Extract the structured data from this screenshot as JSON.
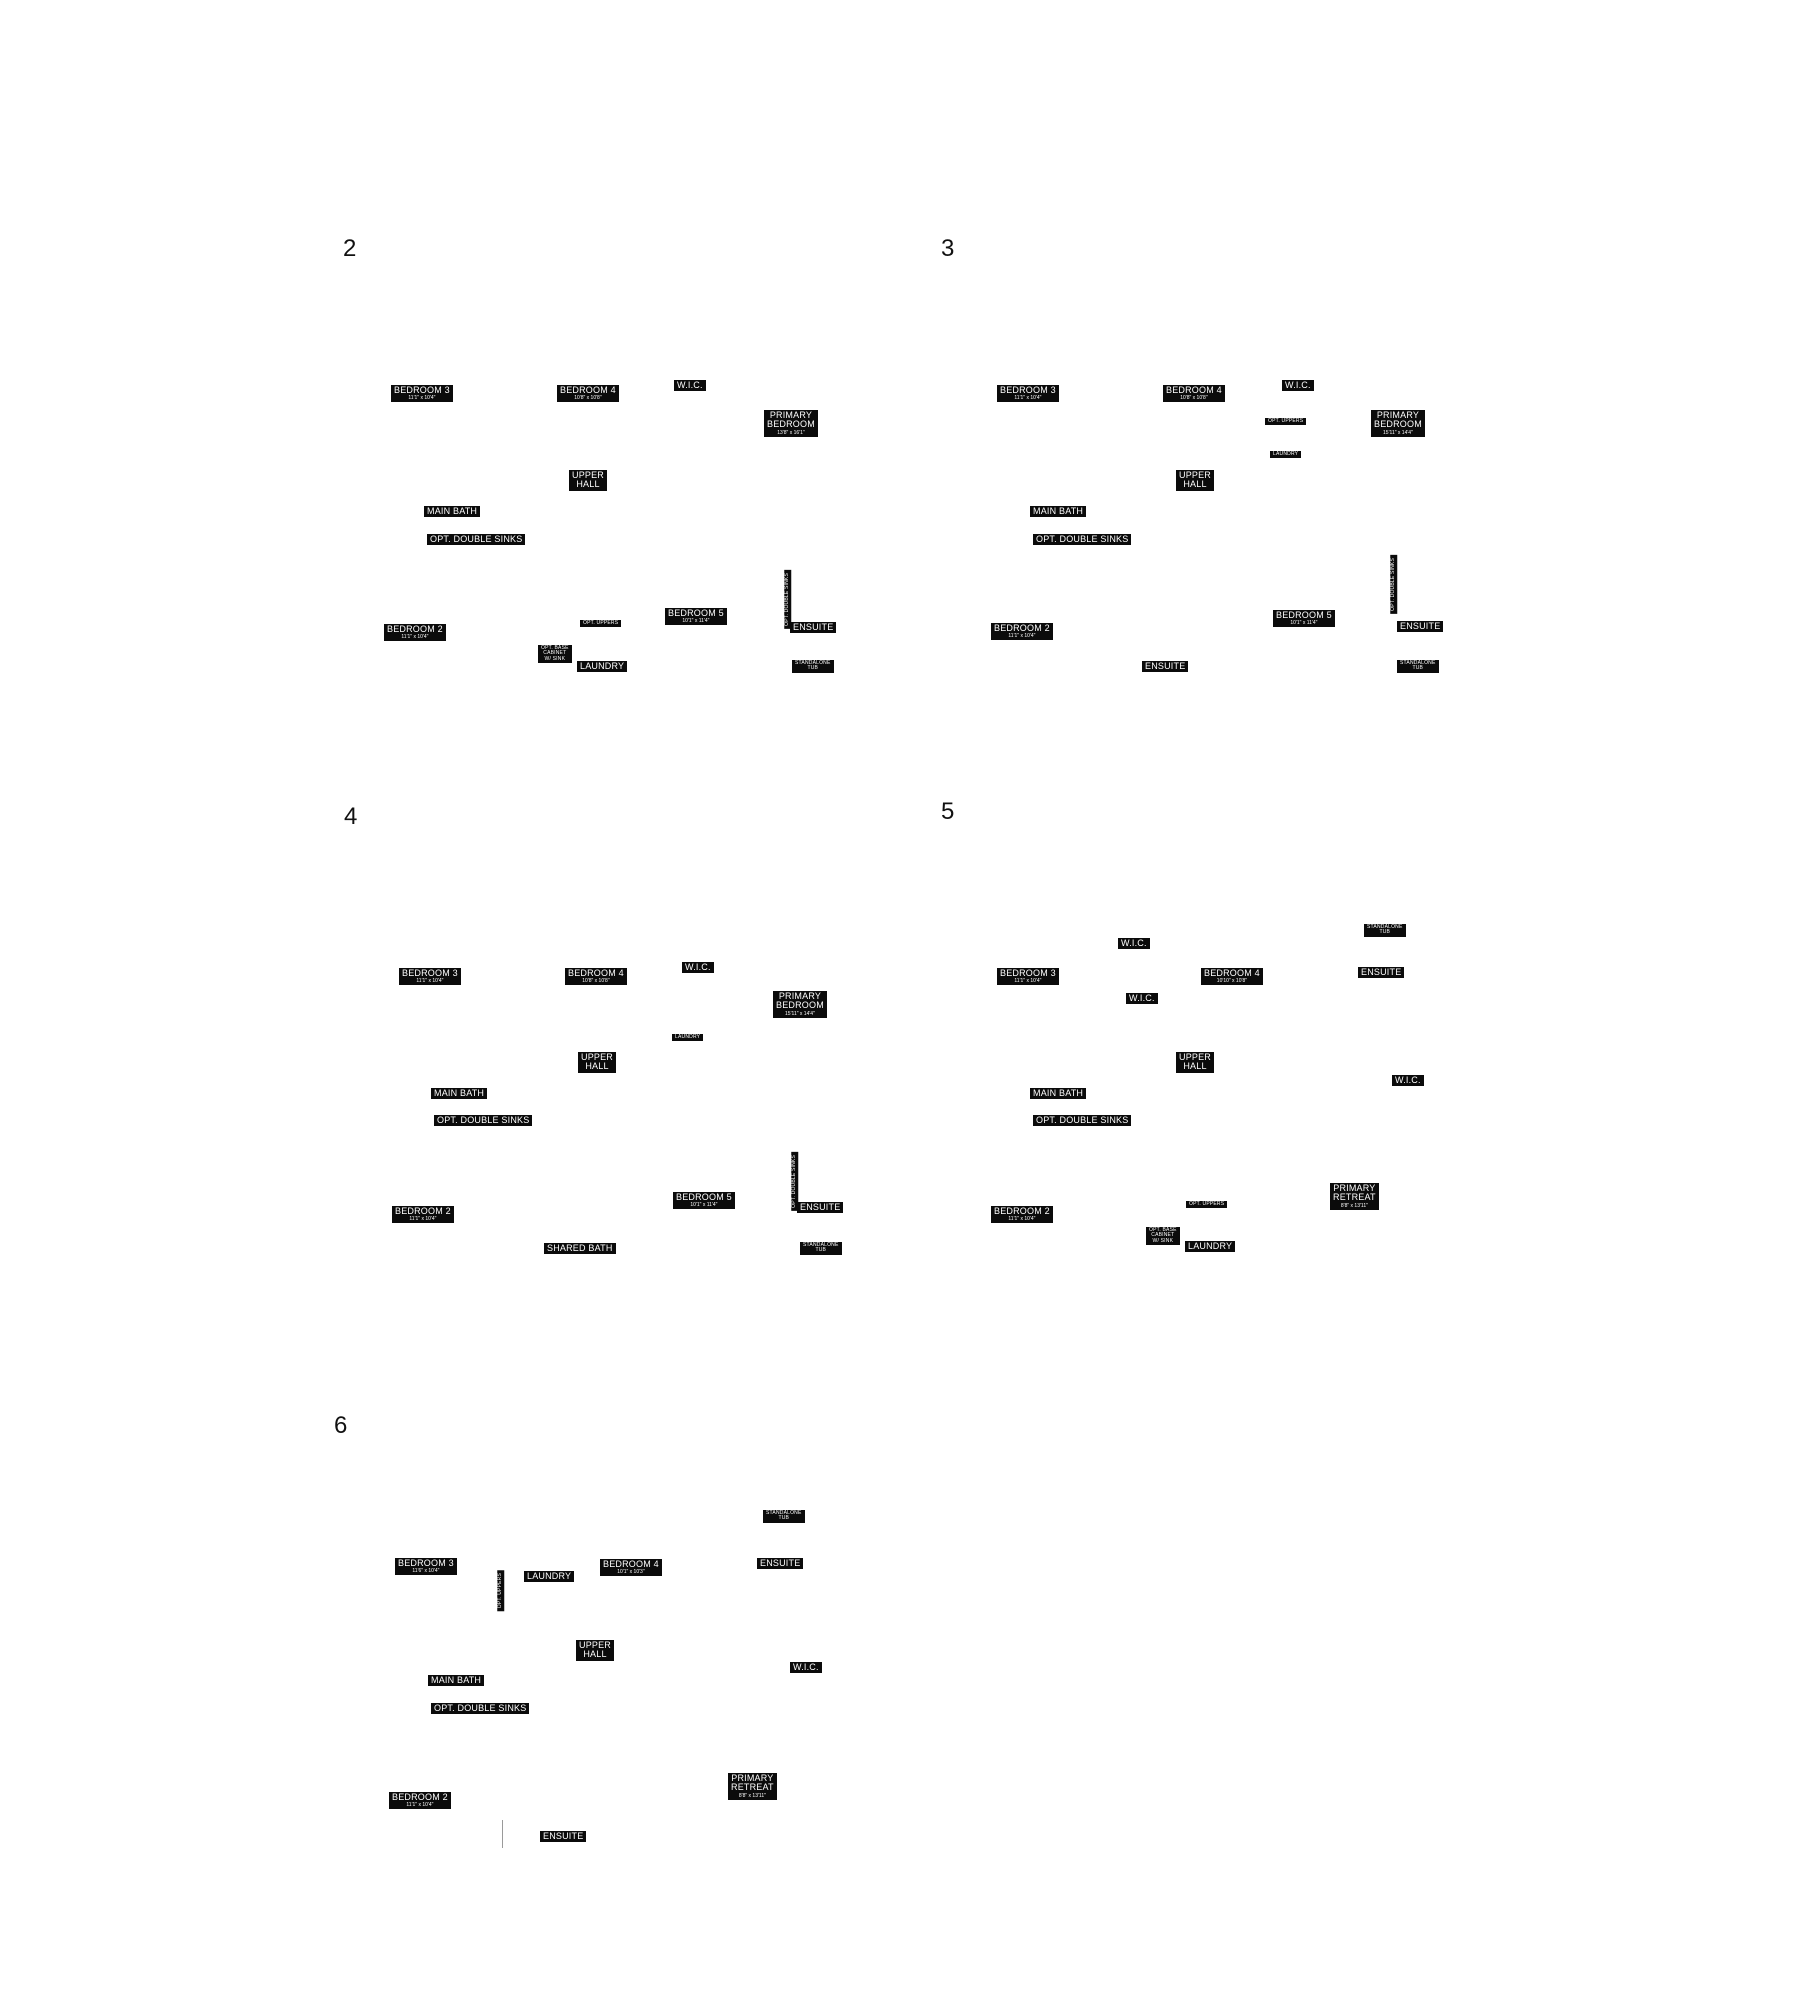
{
  "colors": {
    "label_bg": "#0b0b0b",
    "label_text": "#ffffff",
    "page_bg": "#ffffff"
  },
  "plans": [
    {
      "number": "2",
      "labels": [
        {
          "name": "bedroom-3",
          "text": "BEDROOM 3",
          "dims": "11'1\" x 10'4\""
        },
        {
          "name": "bedroom-4",
          "text": "BEDROOM 4",
          "dims": "10'8\" x 10'8\""
        },
        {
          "name": "wic",
          "text": "W.I.C."
        },
        {
          "name": "primary-bedroom",
          "text": "PRIMARY\nBEDROOM",
          "dims": "13'8\" x 16'1\""
        },
        {
          "name": "upper-hall",
          "text": "UPPER\nHALL"
        },
        {
          "name": "main-bath",
          "text": "MAIN BATH"
        },
        {
          "name": "opt-double-sinks",
          "text": "OPT. DOUBLE SINKS"
        },
        {
          "name": "opt-double-sinks-vertical",
          "text": "OPT. DOUBLE SINKS"
        },
        {
          "name": "bedroom-2",
          "text": "BEDROOM 2",
          "dims": "11'1\" x 10'4\""
        },
        {
          "name": "opt-uppers",
          "text": "OPT. UPPERS"
        },
        {
          "name": "bedroom-5",
          "text": "BEDROOM 5",
          "dims": "10'1\" x 11'4\""
        },
        {
          "name": "ensuite",
          "text": "ENSUITE"
        },
        {
          "name": "opt-base-cabinet",
          "text": "OPT. BASE\nCABINET\nW/ SINK"
        },
        {
          "name": "laundry",
          "text": "LAUNDRY"
        },
        {
          "name": "standalone-tub",
          "text": "STANDALONE\nTUB"
        }
      ]
    },
    {
      "number": "3",
      "labels": [
        {
          "name": "bedroom-3",
          "text": "BEDROOM 3",
          "dims": "11'1\" x 10'4\""
        },
        {
          "name": "bedroom-4",
          "text": "BEDROOM 4",
          "dims": "10'8\" x 10'8\""
        },
        {
          "name": "wic",
          "text": "W.I.C."
        },
        {
          "name": "opt-uppers",
          "text": "OPT. UPPERS"
        },
        {
          "name": "primary-bedroom",
          "text": "PRIMARY\nBEDROOM",
          "dims": "15'11\" x 14'4\""
        },
        {
          "name": "laundry",
          "text": "LAUNDRY"
        },
        {
          "name": "upper-hall",
          "text": "UPPER\nHALL"
        },
        {
          "name": "main-bath",
          "text": "MAIN BATH"
        },
        {
          "name": "opt-double-sinks",
          "text": "OPT. DOUBLE SINKS"
        },
        {
          "name": "opt-double-sinks-vertical",
          "text": "OPT. DOUBLE SINKS"
        },
        {
          "name": "bedroom-2",
          "text": "BEDROOM 2",
          "dims": "11'1\" x 10'4\""
        },
        {
          "name": "bedroom-5",
          "text": "BEDROOM 5",
          "dims": "10'1\" x 11'4\""
        },
        {
          "name": "ensuite-primary",
          "text": "ENSUITE"
        },
        {
          "name": "ensuite",
          "text": "ENSUITE"
        },
        {
          "name": "standalone-tub",
          "text": "STANDALONE\nTUB"
        }
      ]
    },
    {
      "number": "4",
      "labels": [
        {
          "name": "bedroom-3",
          "text": "BEDROOM 3",
          "dims": "11'1\" x 10'4\""
        },
        {
          "name": "bedroom-4",
          "text": "BEDROOM 4",
          "dims": "10'8\" x 10'8\""
        },
        {
          "name": "wic",
          "text": "W.I.C."
        },
        {
          "name": "primary-bedroom",
          "text": "PRIMARY\nBEDROOM",
          "dims": "15'11\" x 14'4\""
        },
        {
          "name": "laundry",
          "text": "LAUNDRY"
        },
        {
          "name": "upper-hall",
          "text": "UPPER\nHALL"
        },
        {
          "name": "main-bath",
          "text": "MAIN BATH"
        },
        {
          "name": "opt-double-sinks",
          "text": "OPT. DOUBLE SINKS"
        },
        {
          "name": "opt-double-sinks-vertical",
          "text": "OPT. DOUBLE SINKS"
        },
        {
          "name": "bedroom-2",
          "text": "BEDROOM 2",
          "dims": "11'1\" x 10'4\""
        },
        {
          "name": "bedroom-5",
          "text": "BEDROOM 5",
          "dims": "10'1\" x 11'4\""
        },
        {
          "name": "ensuite",
          "text": "ENSUITE"
        },
        {
          "name": "shared-bath",
          "text": "SHARED BATH"
        },
        {
          "name": "standalone-tub",
          "text": "STANDALONE\nTUB"
        }
      ]
    },
    {
      "number": "5",
      "labels": [
        {
          "name": "standalone-tub",
          "text": "STANDALONE\nTUB"
        },
        {
          "name": "wic-top",
          "text": "W.I.C."
        },
        {
          "name": "bedroom-3",
          "text": "BEDROOM 3",
          "dims": "11'1\" x 10'4\""
        },
        {
          "name": "bedroom-4",
          "text": "BEDROOM 4",
          "dims": "10'10\" x 10'8\""
        },
        {
          "name": "ensuite",
          "text": "ENSUITE"
        },
        {
          "name": "wic-middle",
          "text": "W.I.C."
        },
        {
          "name": "upper-hall",
          "text": "UPPER\nHALL"
        },
        {
          "name": "wic-right",
          "text": "W.I.C."
        },
        {
          "name": "main-bath",
          "text": "MAIN BATH"
        },
        {
          "name": "opt-double-sinks",
          "text": "OPT. DOUBLE SINKS"
        },
        {
          "name": "primary-retreat",
          "text": "PRIMARY\nRETREAT",
          "dims": "8'8\" x 13'11\""
        },
        {
          "name": "opt-uppers",
          "text": "OPT. UPPERS"
        },
        {
          "name": "bedroom-2",
          "text": "BEDROOM 2",
          "dims": "11'1\" x 10'4\""
        },
        {
          "name": "opt-base-cabinet",
          "text": "OPT. BASE\nCABINET\nW/ SINK"
        },
        {
          "name": "laundry",
          "text": "LAUNDRY"
        }
      ]
    },
    {
      "number": "6",
      "labels": [
        {
          "name": "standalone-tub",
          "text": "STANDALONE\nTUB"
        },
        {
          "name": "bedroom-3",
          "text": "BEDROOM 3",
          "dims": "11'6\" x 10'4\""
        },
        {
          "name": "opt-uppers-vertical",
          "text": "OPT. UPPERS"
        },
        {
          "name": "laundry",
          "text": "LAUNDRY"
        },
        {
          "name": "bedroom-4",
          "text": "BEDROOM 4",
          "dims": "10'1\" x 10'3\""
        },
        {
          "name": "ensuite-top",
          "text": "ENSUITE"
        },
        {
          "name": "upper-hall",
          "text": "UPPER\nHALL"
        },
        {
          "name": "wic",
          "text": "W.I.C."
        },
        {
          "name": "main-bath",
          "text": "MAIN BATH"
        },
        {
          "name": "opt-double-sinks",
          "text": "OPT. DOUBLE SINKS"
        },
        {
          "name": "primary-retreat",
          "text": "PRIMARY\nRETREAT",
          "dims": "8'8\" x 13'11\""
        },
        {
          "name": "bedroom-2",
          "text": "BEDROOM 2",
          "dims": "11'1\" x 10'4\""
        },
        {
          "name": "ensuite",
          "text": "ENSUITE"
        }
      ]
    }
  ]
}
